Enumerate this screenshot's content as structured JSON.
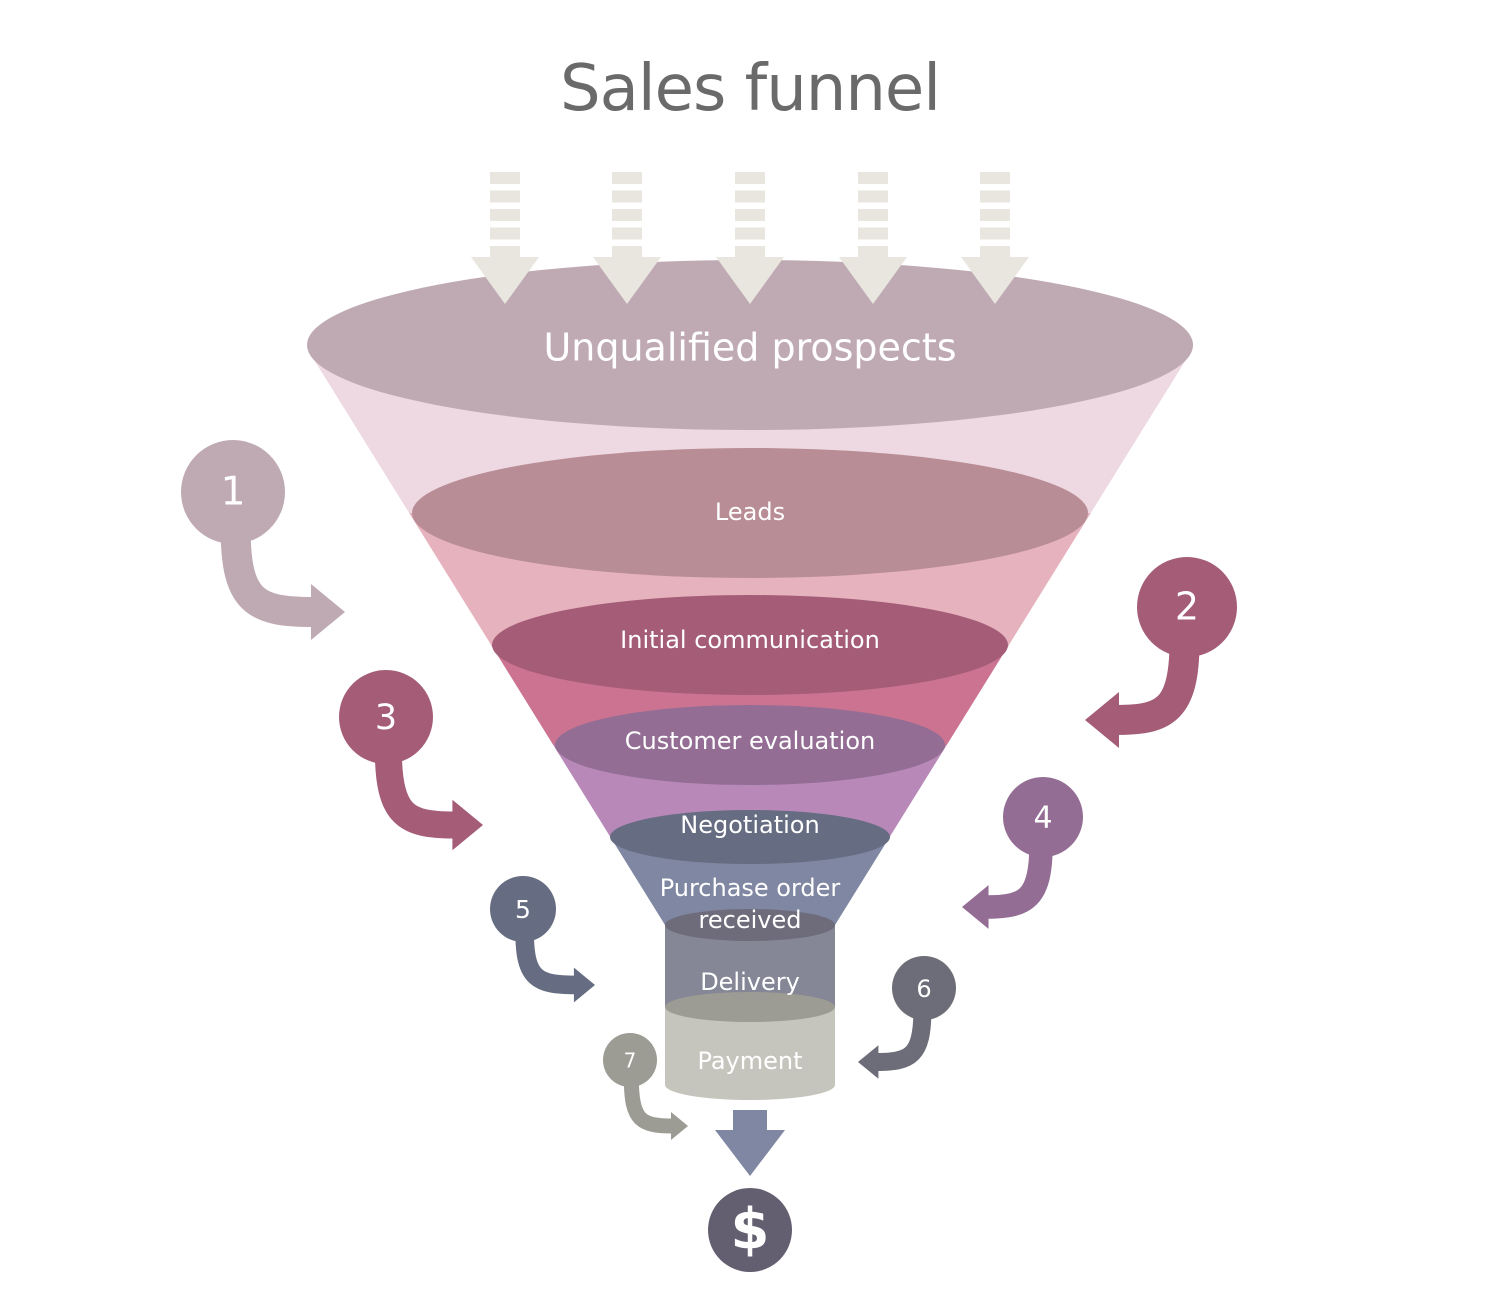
{
  "title": "Sales funnel",
  "colors": {
    "inflow_arrows": "#e9e5df",
    "top_ellipse": "#bfaab3",
    "band_1": "#eed8e1",
    "band_2": "#e6b2bd",
    "band_3": "#cb7390",
    "band_4": "#b788b8",
    "band_5": "#7f87a2",
    "ellipse_leads": "#b88d95",
    "ellipse_initial": "#a45c77",
    "ellipse_customer": "#936d94",
    "ellipse_negotiation": "#666c81",
    "ellipse_purchase": "#6e6c7b",
    "delivery_body": "#858696",
    "delivery_bottom": "#9c9c94",
    "payment_body": "#c6c5bd",
    "output_arrow": "#7f87a2",
    "dollar_circle": "#645e71"
  },
  "stages": [
    {
      "id": "unqualified",
      "label": "Unqualified prospects"
    },
    {
      "id": "leads",
      "label": "Leads"
    },
    {
      "id": "initial",
      "label": "Initial communication"
    },
    {
      "id": "customer",
      "label": "Customer evaluation"
    },
    {
      "id": "negotiation",
      "label": "Negotiation"
    },
    {
      "id": "purchase",
      "label_line1": "Purchase order",
      "label_line2": "received"
    },
    {
      "id": "delivery",
      "label": "Delivery"
    },
    {
      "id": "payment",
      "label": "Payment"
    }
  ],
  "steps": [
    {
      "number": "1",
      "color": "#bfaab3",
      "direction": "right"
    },
    {
      "number": "2",
      "color": "#a45c77",
      "direction": "left"
    },
    {
      "number": "3",
      "color": "#a45c77",
      "direction": "right"
    },
    {
      "number": "4",
      "color": "#936d94",
      "direction": "left"
    },
    {
      "number": "5",
      "color": "#666c81",
      "direction": "right"
    },
    {
      "number": "6",
      "color": "#6c6d78",
      "direction": "left"
    },
    {
      "number": "7",
      "color": "#9c9c94",
      "direction": "right"
    }
  ],
  "output": {
    "symbol": "$",
    "icon": "dollar-icon"
  },
  "inflow": {
    "count": 5,
    "icon": "dashed-down-arrow-icon"
  }
}
